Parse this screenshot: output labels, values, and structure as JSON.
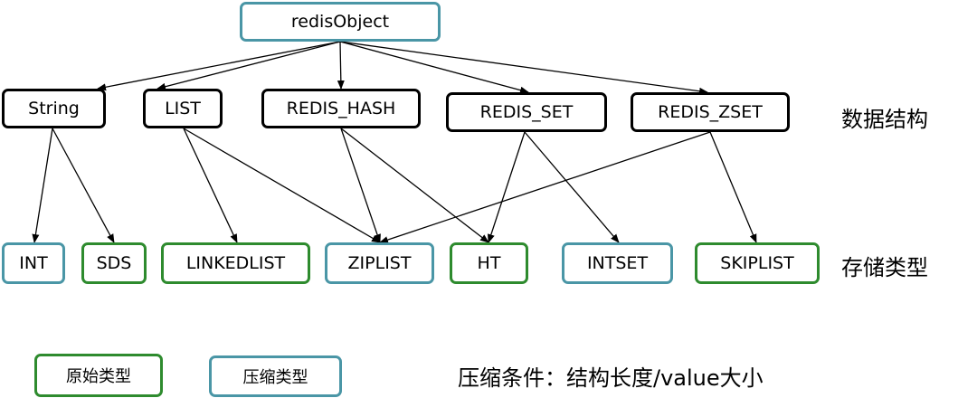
{
  "colors": {
    "primitive": "#2e8b2e",
    "compressed": "#4a96a6",
    "data_structure": "#000000",
    "edge": "#000000"
  },
  "root": {
    "label": "redisObject"
  },
  "data_structures": [
    {
      "id": "string",
      "label": "String"
    },
    {
      "id": "list",
      "label": "LIST"
    },
    {
      "id": "hash",
      "label": "REDIS_HASH"
    },
    {
      "id": "set",
      "label": "REDIS_SET"
    },
    {
      "id": "zset",
      "label": "REDIS_ZSET"
    }
  ],
  "storage_types": [
    {
      "id": "int",
      "label": "INT",
      "kind": "compressed"
    },
    {
      "id": "sds",
      "label": "SDS",
      "kind": "primitive"
    },
    {
      "id": "linkedlist",
      "label": "LINKEDLIST",
      "kind": "primitive"
    },
    {
      "id": "ziplist",
      "label": "ZIPLIST",
      "kind": "compressed"
    },
    {
      "id": "ht",
      "label": "HT",
      "kind": "primitive"
    },
    {
      "id": "intset",
      "label": "INTSET",
      "kind": "compressed"
    },
    {
      "id": "skiplist",
      "label": "SKIPLIST",
      "kind": "primitive"
    }
  ],
  "row_labels": {
    "data_structures": "数据结构",
    "storage_types": "存储类型"
  },
  "legend": {
    "primitive": "原始类型",
    "compressed": "压缩类型"
  },
  "note": "压缩条件：结构长度/value大小",
  "edges": [
    [
      "root",
      "string"
    ],
    [
      "root",
      "list"
    ],
    [
      "root",
      "hash"
    ],
    [
      "root",
      "set"
    ],
    [
      "root",
      "zset"
    ],
    [
      "string",
      "int"
    ],
    [
      "string",
      "sds"
    ],
    [
      "list",
      "linkedlist"
    ],
    [
      "list",
      "ziplist"
    ],
    [
      "hash",
      "ziplist"
    ],
    [
      "hash",
      "ht"
    ],
    [
      "set",
      "ht"
    ],
    [
      "set",
      "intset"
    ],
    [
      "zset",
      "ziplist"
    ],
    [
      "zset",
      "skiplist"
    ]
  ]
}
